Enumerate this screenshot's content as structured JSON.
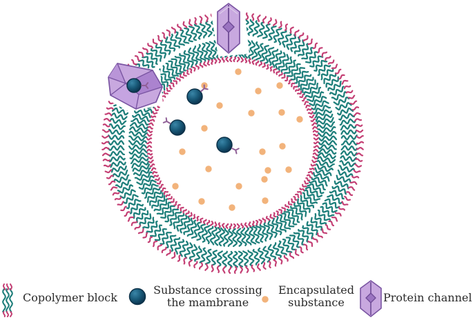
{
  "legend": {
    "copolymer_block": "Copolymer block",
    "substance_crossing": "Substance crossing the mambrane",
    "encapsulated_substance": "Encapsulated substance",
    "protein_channel": "Protein channel"
  },
  "icons": {
    "copolymer_block": "copolymer-block-icon",
    "substance_crossing": "navy-sphere-icon",
    "encapsulated_substance": "peach-dot-icon",
    "protein_channel": "protein-channel-icon"
  },
  "colors": {
    "tail": "#1f7f7b",
    "head": "#c43f74",
    "crossing_substance": "#1f5f80",
    "encapsulated_substance": "#f2b37b",
    "protein_fill": "#c8a8df",
    "protein_stroke": "#7a55a2"
  }
}
